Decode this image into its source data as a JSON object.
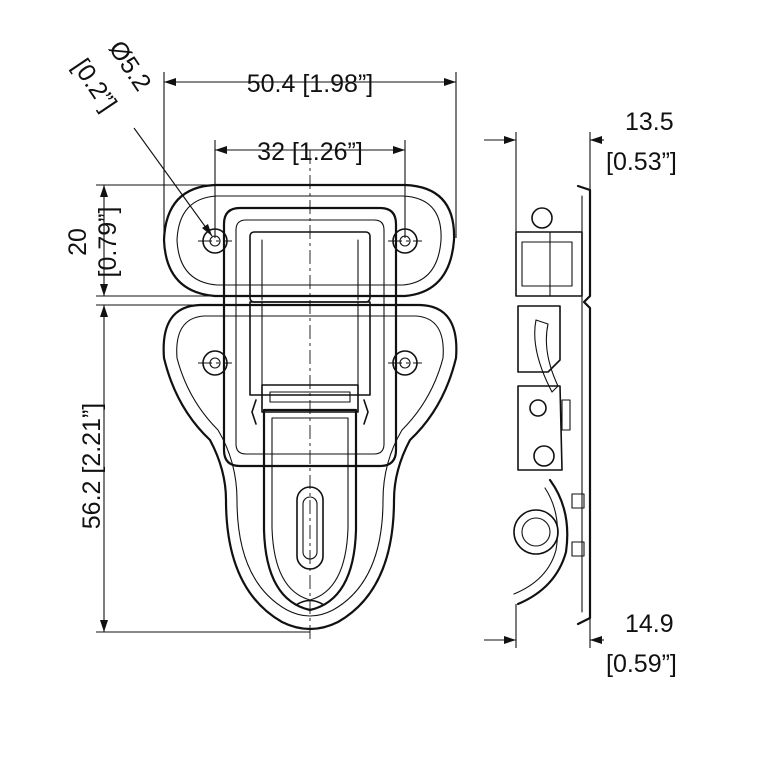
{
  "drawing": {
    "dim_width": "50.4 [1.98”]",
    "dim_hole_spacing": "32 [1.26”]",
    "dim_hole_dia": "Ø5.2",
    "dim_hole_dia_in": "[0.2”]",
    "dim_top_height": "20",
    "dim_top_height_in": "[0.79”]",
    "dim_bottom_height": "56.2 [2.21”]",
    "dim_top_depth": "13.5",
    "dim_top_depth_in": "[0.53”]",
    "dim_bottom_depth": "14.9",
    "dim_bottom_depth_in": "[0.59”]"
  }
}
